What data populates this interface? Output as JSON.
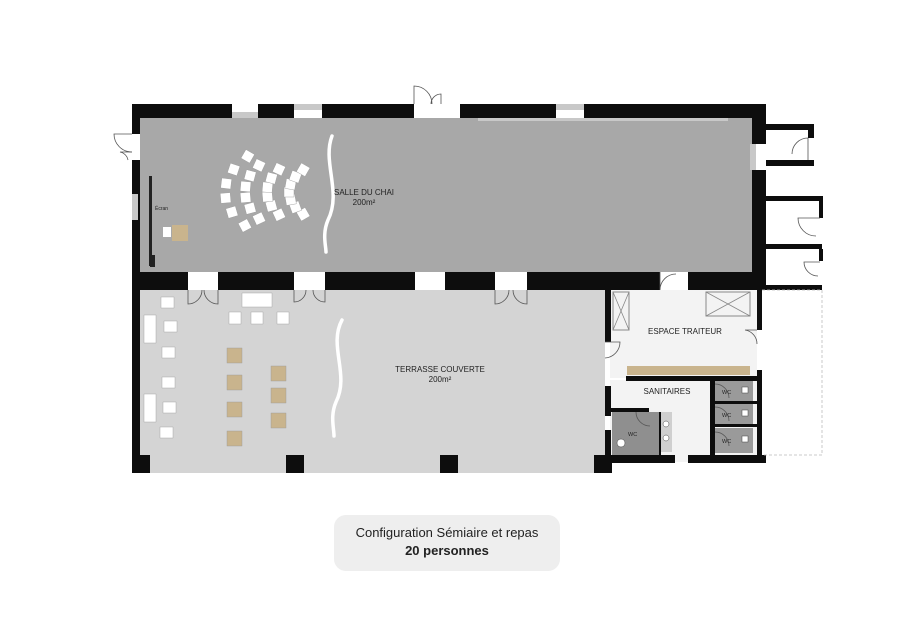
{
  "colors": {
    "wall": "#0d0d0d",
    "salle_floor": "#a8a8a8",
    "terrasse_floor": "#d4d4d4",
    "service_floor": "#f3f3f3",
    "wc_floor": "#8f8f8f",
    "table": "#c9b48d",
    "chair": "#ffffff"
  },
  "rooms": {
    "salle": {
      "name": "SALLE DU CHAI",
      "area": "200m²"
    },
    "terrasse": {
      "name": "TERRASSE COUVERTE",
      "area": "200m²"
    },
    "traiteur": {
      "name": "ESPACE TRAITEUR"
    },
    "sanitaires": {
      "name": "SANITAIRES"
    }
  },
  "labels": {
    "ecran": "Écran",
    "wc": "WC"
  },
  "caption": {
    "line1": "Configuration Sémiaire et repas",
    "line2": "20 personnes"
  }
}
